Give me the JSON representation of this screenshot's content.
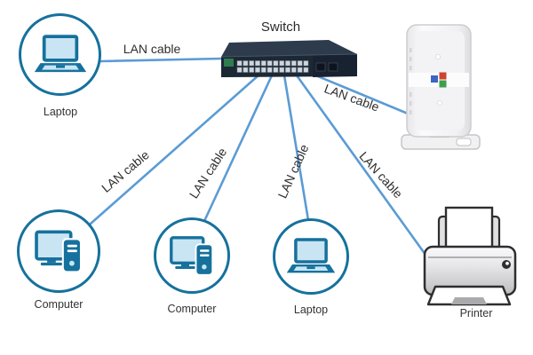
{
  "colors": {
    "cable": "#5b9bd5",
    "outline": "#16719d",
    "icon_fill": "#c9e5f4",
    "text": "#333333"
  },
  "switch": {
    "label": "Switch"
  },
  "devices": {
    "laptop_top": {
      "label": "Laptop"
    },
    "computer_1": {
      "label": "Computer"
    },
    "computer_2": {
      "label": "Computer"
    },
    "laptop_bottom": {
      "label": "Laptop"
    },
    "printer": {
      "label": "Printer"
    }
  },
  "cables": {
    "to_laptop_top": {
      "label": "LAN cable"
    },
    "to_router": {
      "label": "LAN cable"
    },
    "to_computer_1": {
      "label": "LAN cable"
    },
    "to_computer_2": {
      "label": "LAN cable"
    },
    "to_laptop_bottom": {
      "label": "LAN cable"
    },
    "to_printer": {
      "label": "LAN cable"
    }
  }
}
